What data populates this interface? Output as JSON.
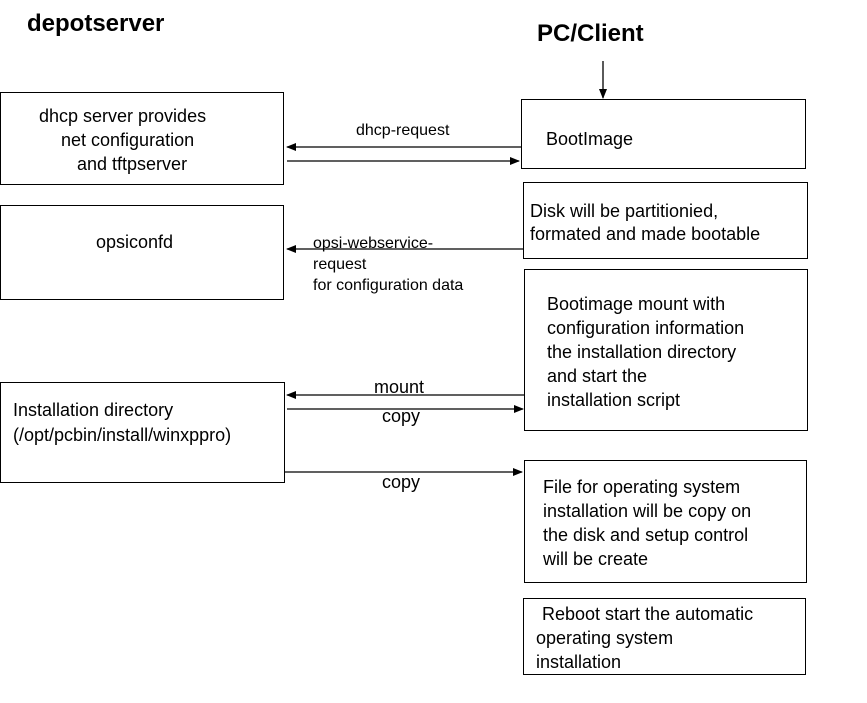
{
  "depot_title": "depotserver",
  "client_title": "PC/Client",
  "server_nodes": {
    "dhcp": [
      "dhcp server provides",
      "net configuration",
      "and tftpserver"
    ],
    "opsiconfd": "opsiconfd",
    "install_dir": [
      "Installation directory",
      "(/opt/pcbin/install/winxppro)"
    ]
  },
  "client_nodes": {
    "bootimage": "BootImage",
    "disk": [
      "Disk will be partitionied,",
      "formated and made bootable"
    ],
    "mount": [
      "Bootimage mount with",
      "configuration information",
      "the installation directory",
      "and start the",
      "installation script"
    ],
    "file_copy": [
      "File for operating system",
      "installation will be copy on",
      "the disk and setup control",
      "will be create"
    ],
    "reboot": [
      "Reboot start the automatic",
      "operating system",
      "installation"
    ]
  },
  "edges": {
    "dhcp_request": "dhcp-request",
    "opsi_request": [
      "opsi-webservice-",
      "request",
      "for configuration data"
    ],
    "mount": "mount",
    "copy_1": "copy",
    "copy_2": "copy"
  }
}
